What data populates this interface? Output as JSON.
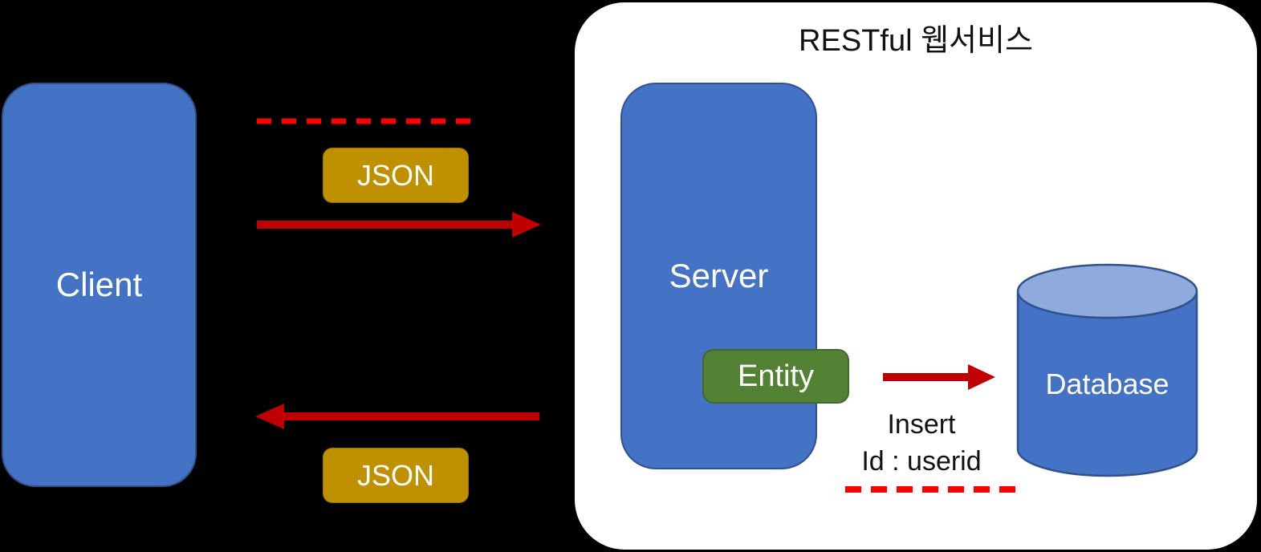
{
  "diagram": {
    "title": "RESTful 웹서비스",
    "client": {
      "label": "Client"
    },
    "server": {
      "label": "Server"
    },
    "entity": {
      "label": "Entity"
    },
    "database": {
      "label": "Database"
    },
    "json_request": {
      "label": "JSON"
    },
    "json_response": {
      "label": "JSON"
    },
    "insert_note": {
      "line1": "Insert",
      "line2": "Id : userid"
    },
    "colors": {
      "background": "#000000",
      "node_blue": "#4472C4",
      "node_blue_border": "#2F528F",
      "cylinder_top": "#8FAADC",
      "gold": "#BF9000",
      "gold_border": "#9C7500",
      "green": "#548235",
      "green_border": "#44692B",
      "arrow_red": "#C00000",
      "dash_red": "#FF0000",
      "panel_white": "#FFFFFF",
      "text_dark": "#111111",
      "text_light": "#FFFFFF"
    }
  }
}
